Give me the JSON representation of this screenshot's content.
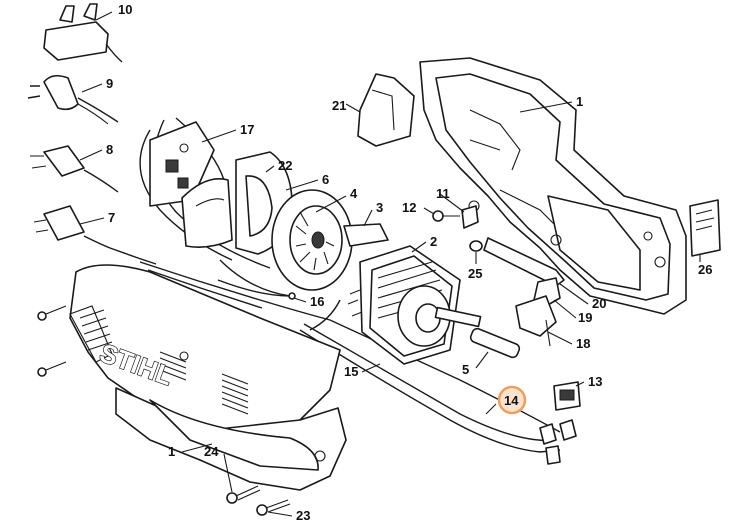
{
  "diagram": {
    "brand_logo": "STIHL",
    "highlight_color": "#f0a05e",
    "highlighted_part": "14",
    "callouts": [
      {
        "id": "c1a",
        "label": "1"
      },
      {
        "id": "c1b",
        "label": "1"
      },
      {
        "id": "c2",
        "label": "2"
      },
      {
        "id": "c3",
        "label": "3"
      },
      {
        "id": "c4",
        "label": "4"
      },
      {
        "id": "c5",
        "label": "5"
      },
      {
        "id": "c6",
        "label": "6"
      },
      {
        "id": "c7",
        "label": "7"
      },
      {
        "id": "c8",
        "label": "8"
      },
      {
        "id": "c9",
        "label": "9"
      },
      {
        "id": "c10",
        "label": "10"
      },
      {
        "id": "c11",
        "label": "11"
      },
      {
        "id": "c12",
        "label": "12"
      },
      {
        "id": "c13",
        "label": "13"
      },
      {
        "id": "c14",
        "label": "14"
      },
      {
        "id": "c15",
        "label": "15"
      },
      {
        "id": "c16",
        "label": "16"
      },
      {
        "id": "c17",
        "label": "17"
      },
      {
        "id": "c18",
        "label": "18"
      },
      {
        "id": "c19",
        "label": "19"
      },
      {
        "id": "c20",
        "label": "20"
      },
      {
        "id": "c21",
        "label": "21"
      },
      {
        "id": "c22",
        "label": "22"
      },
      {
        "id": "c23",
        "label": "23"
      },
      {
        "id": "c24",
        "label": "24"
      },
      {
        "id": "c25",
        "label": "25"
      },
      {
        "id": "c26",
        "label": "26"
      }
    ]
  }
}
